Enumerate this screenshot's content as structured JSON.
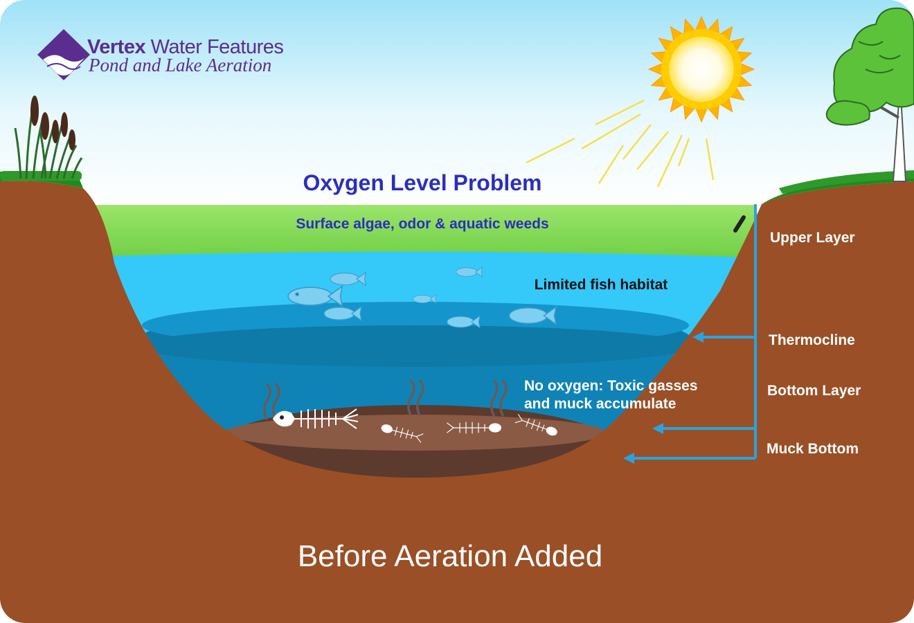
{
  "brand": {
    "name_bold": "Vertex",
    "name_rest": " Water Features",
    "tagline": "Pond and Lake Aeration",
    "color": "#5b2d8e"
  },
  "diagram": {
    "title": "Oxygen Level Problem",
    "caption": "Before Aeration Added",
    "annotations": {
      "surface": "Surface algae, odor & aquatic weeds",
      "fish": "Limited fish habitat",
      "bottom_line1": "No oxygen: Toxic gasses",
      "bottom_line2": "and muck accumulate"
    },
    "layers": {
      "upper": "Upper Layer",
      "thermocline": "Thermocline",
      "bottom": "Bottom Layer",
      "muck": "Muck Bottom"
    }
  },
  "colors": {
    "sky_top": "#9fe2f7",
    "sky_bottom": "#ffffff",
    "soil": "#9a4f26",
    "grass": "#1f8a1f",
    "algae": "#8edc5e",
    "upper_water": "#33c8fa",
    "thermocline_water": "#0f8fc4",
    "bottom_water": "#0f7fb0",
    "muck": "#8a5a45",
    "arrow": "#29a3e0",
    "title": "#2c2ebd",
    "sun": "#ffd21a"
  }
}
